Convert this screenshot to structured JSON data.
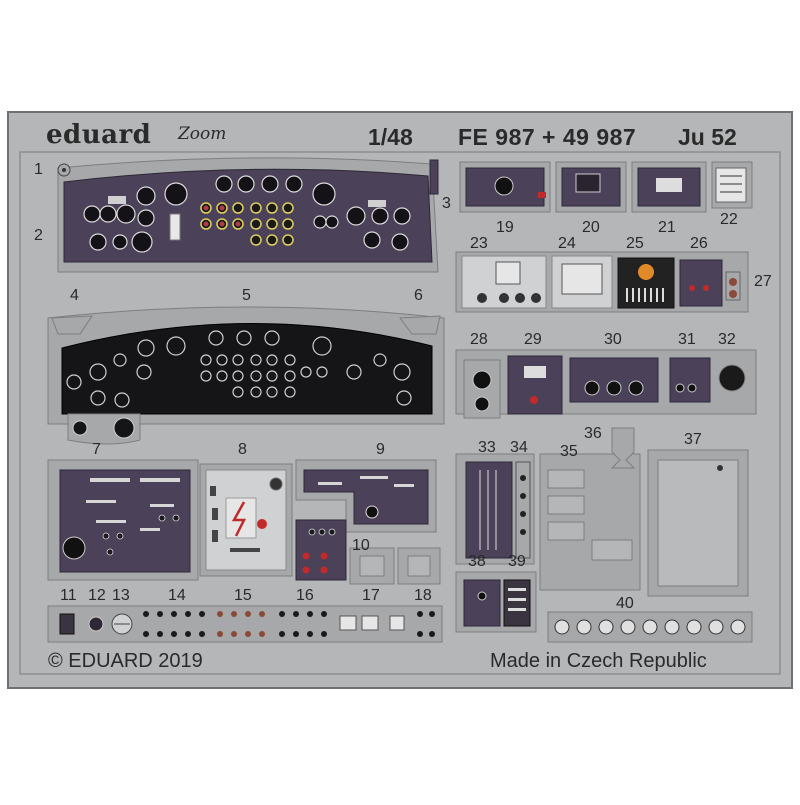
{
  "header": {
    "brand": "eduard",
    "sub_brand": "Zoom",
    "scale": "1/48",
    "product_code": "FE 987 + 49 987",
    "model": "Ju 52"
  },
  "footer": {
    "copyright": "© EDUARD 2019",
    "origin": "Made in Czech Republic"
  },
  "part_numbers": [
    "1",
    "2",
    "3",
    "4",
    "5",
    "6",
    "7",
    "8",
    "9",
    "10",
    "11",
    "12",
    "13",
    "14",
    "15",
    "16",
    "17",
    "18",
    "19",
    "20",
    "21",
    "22",
    "23",
    "24",
    "25",
    "26",
    "27",
    "28",
    "29",
    "30",
    "31",
    "32",
    "33",
    "34",
    "35",
    "36",
    "37",
    "38",
    "39",
    "40"
  ],
  "colors": {
    "fret": "#b4b6b8",
    "fret_edge": "#7c7e80",
    "panel_purple": "#4b4159",
    "panel_black": "#151416",
    "warning_red": "#c22a2a",
    "indicator_orange": "#e08a2a"
  }
}
